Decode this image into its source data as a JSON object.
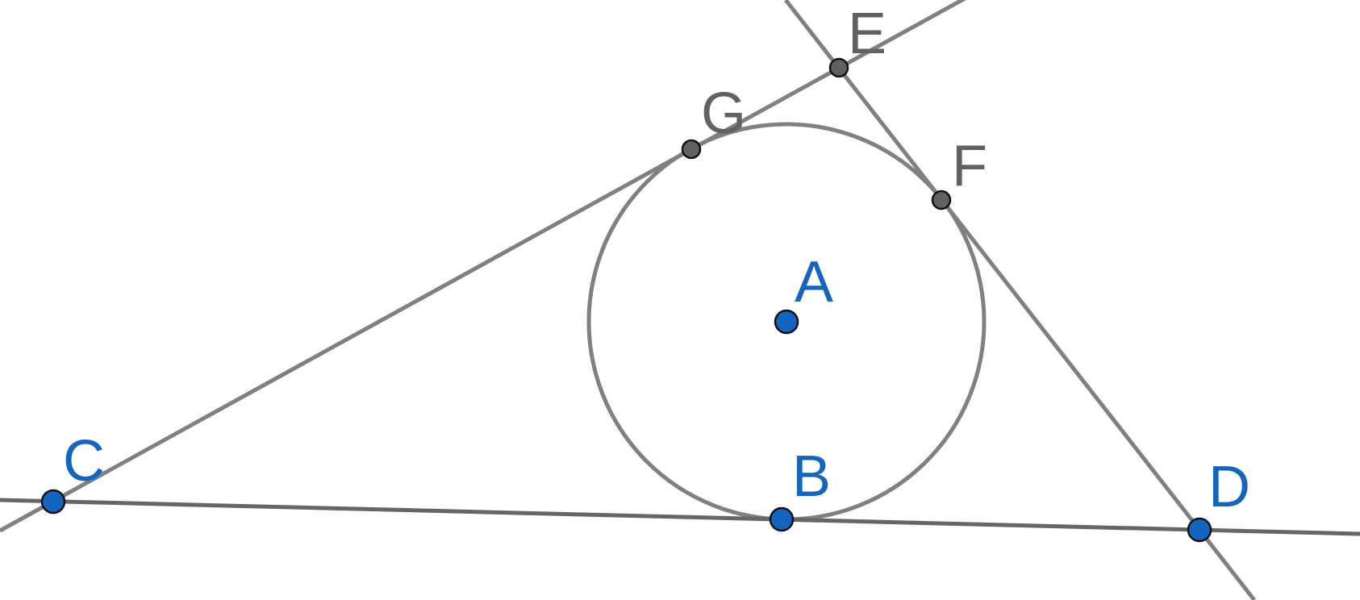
{
  "colors": {
    "free_point": "#1565c0",
    "dependent_point": "#616161",
    "line": "#808080",
    "base_line": "#666666"
  },
  "points": {
    "A": "A",
    "B": "B",
    "C": "C",
    "D": "D",
    "E": "E",
    "F": "F",
    "G": "G"
  }
}
